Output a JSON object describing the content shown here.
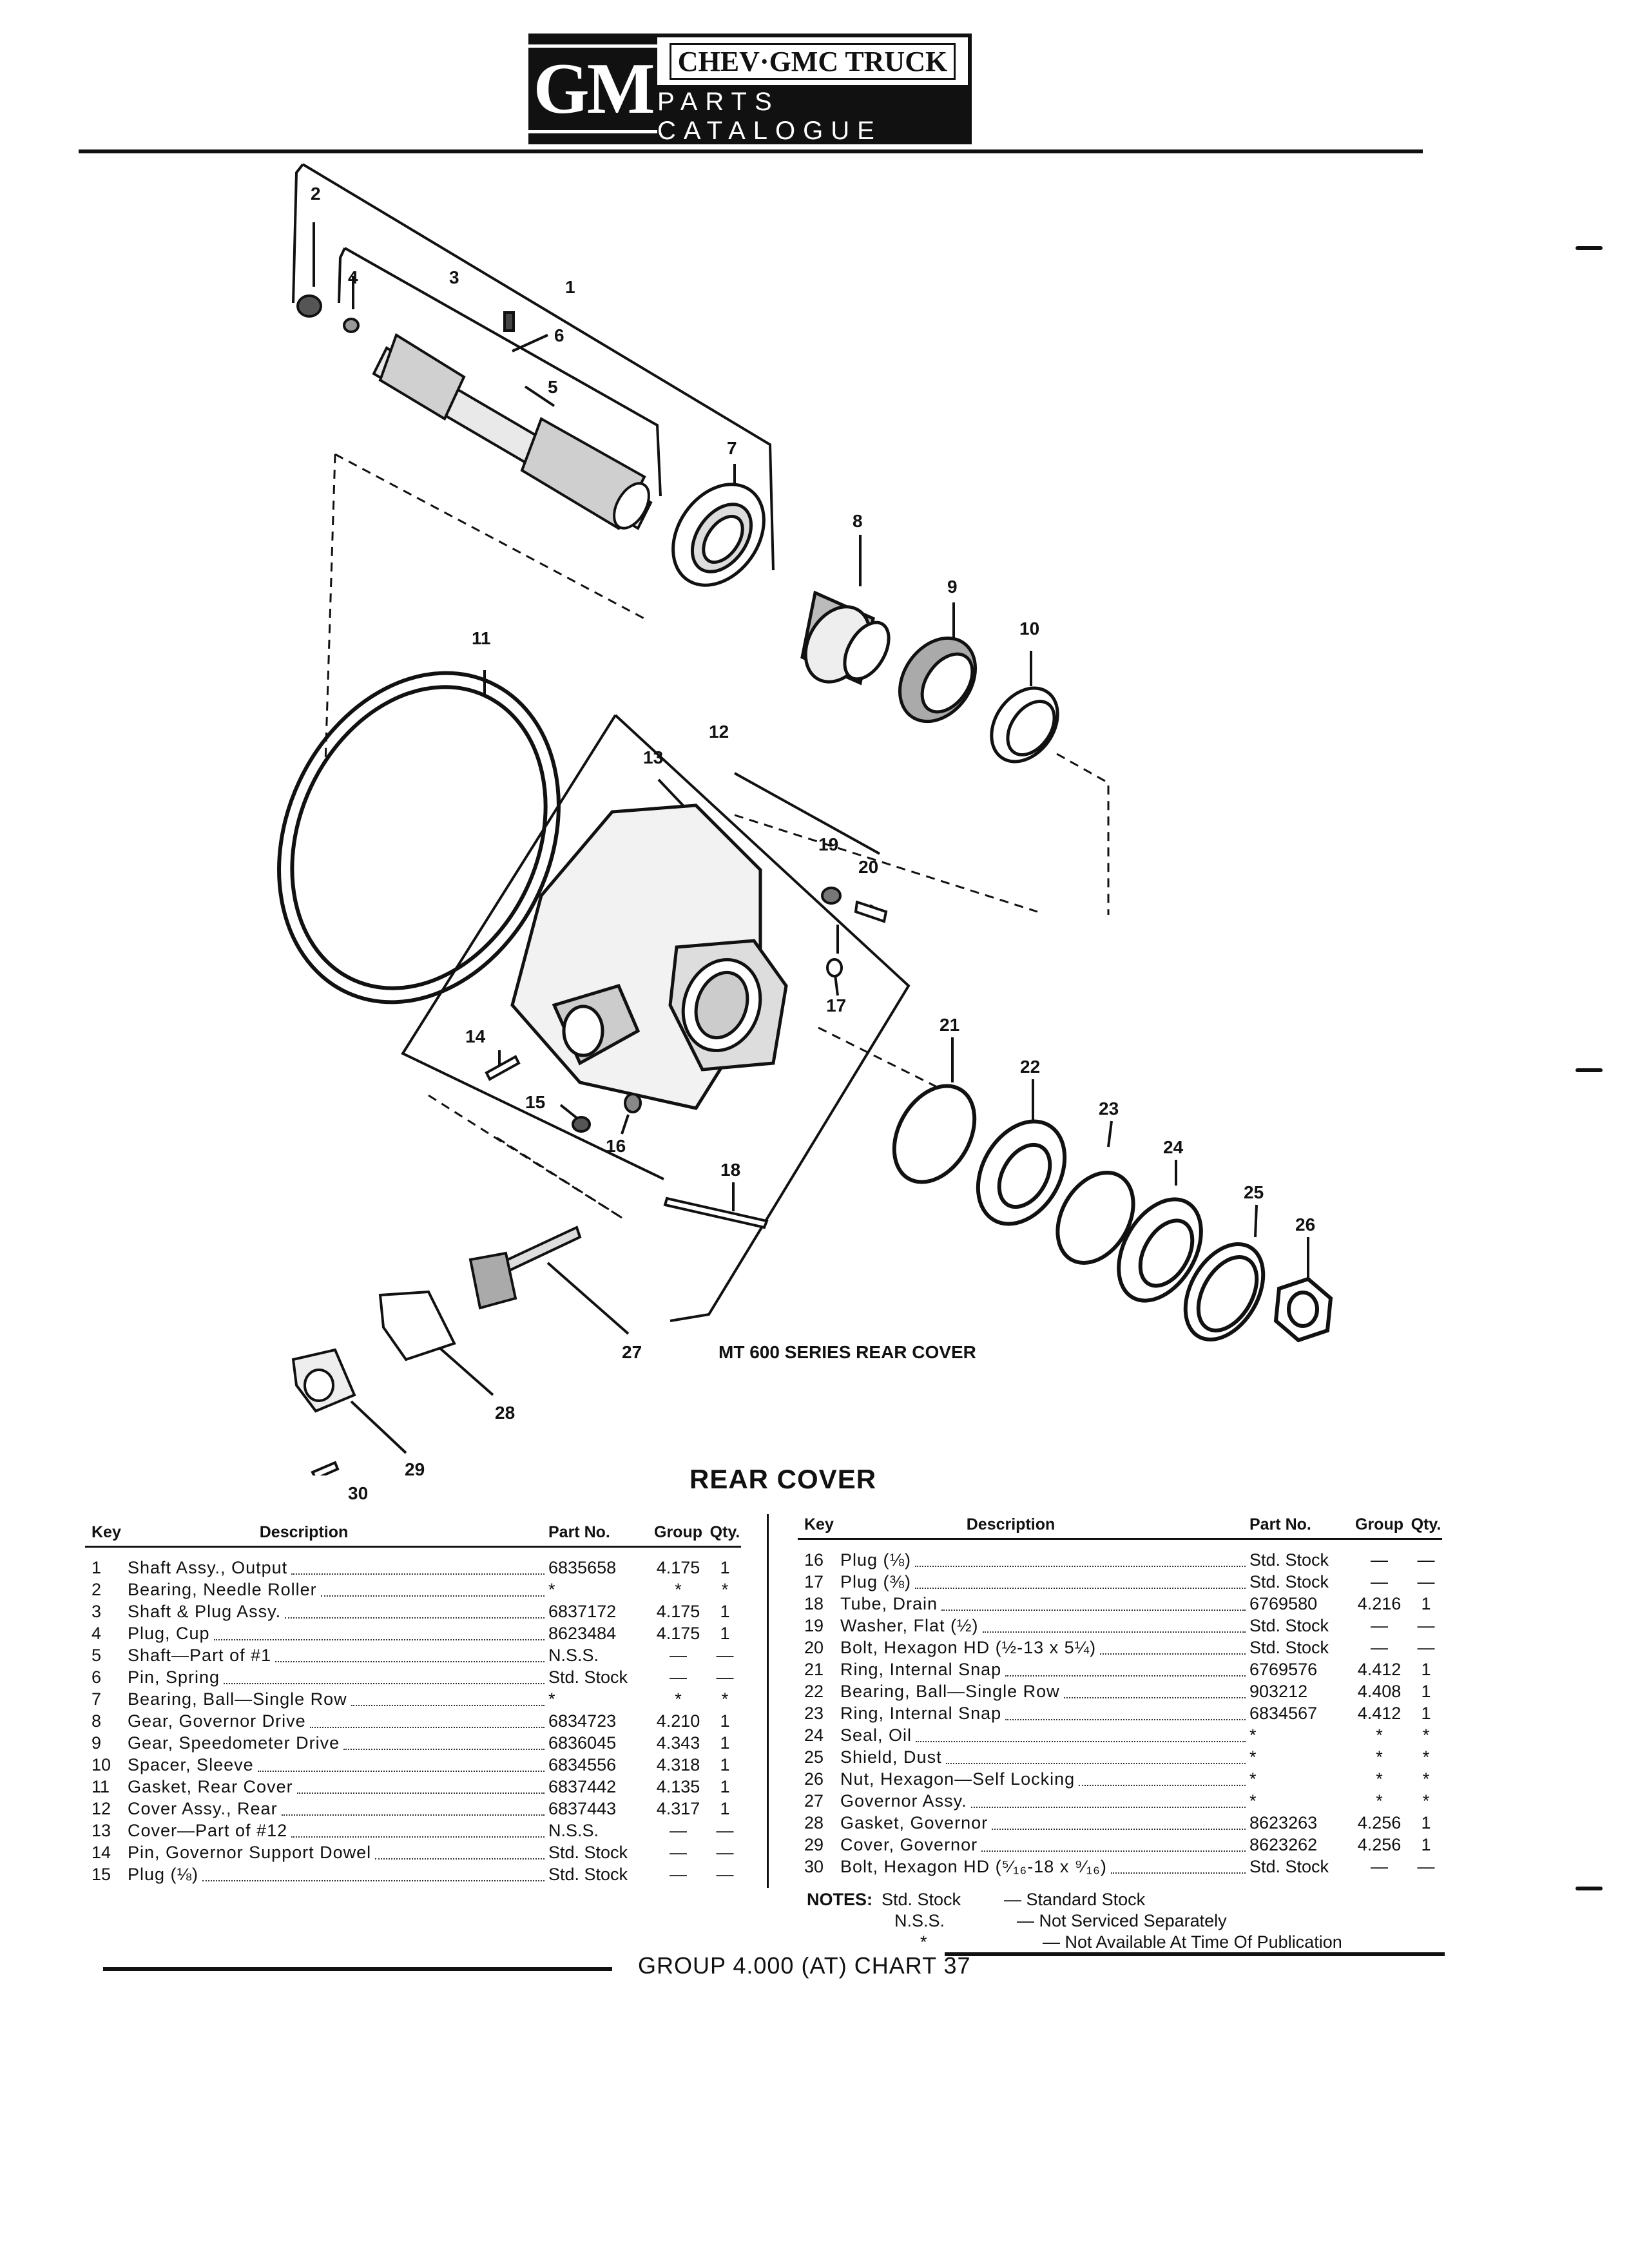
{
  "header": {
    "logo": "GM",
    "title": "CHEV·GMC TRUCK",
    "subtitle": "PARTS CATALOGUE"
  },
  "diagram": {
    "label": "MT 600 SERIES REAR COVER",
    "callouts": [
      "1",
      "2",
      "3",
      "4",
      "5",
      "6",
      "7",
      "8",
      "9",
      "10",
      "11",
      "12",
      "13",
      "14",
      "15",
      "16",
      "17",
      "18",
      "19",
      "20",
      "21",
      "22",
      "23",
      "24",
      "25",
      "26",
      "27",
      "28",
      "29",
      "30"
    ]
  },
  "section_title": "REAR COVER",
  "table_headers": {
    "key": "Key",
    "description": "Description",
    "part_no": "Part No.",
    "group": "Group",
    "qty": "Qty."
  },
  "parts_left": [
    {
      "key": "1",
      "desc": "Shaft Assy., Output",
      "part": "6835658",
      "group": "4.175",
      "qty": "1"
    },
    {
      "key": "2",
      "desc": "Bearing, Needle Roller",
      "part": "*",
      "group": "*",
      "qty": "*"
    },
    {
      "key": "3",
      "desc": "Shaft & Plug Assy.",
      "part": "6837172",
      "group": "4.175",
      "qty": "1"
    },
    {
      "key": "4",
      "desc": "Plug, Cup",
      "part": "8623484",
      "group": "4.175",
      "qty": "1"
    },
    {
      "key": "5",
      "desc": "Shaft—Part of #1",
      "part": "N.S.S.",
      "group": "—",
      "qty": "—"
    },
    {
      "key": "6",
      "desc": "Pin, Spring",
      "part": "Std. Stock",
      "group": "—",
      "qty": "—"
    },
    {
      "key": "7",
      "desc": "Bearing, Ball—Single Row",
      "part": "*",
      "group": "*",
      "qty": "*"
    },
    {
      "key": "8",
      "desc": "Gear, Governor Drive",
      "part": "6834723",
      "group": "4.210",
      "qty": "1"
    },
    {
      "key": "9",
      "desc": "Gear, Speedometer Drive",
      "part": "6836045",
      "group": "4.343",
      "qty": "1"
    },
    {
      "key": "10",
      "desc": "Spacer, Sleeve",
      "part": "6834556",
      "group": "4.318",
      "qty": "1"
    },
    {
      "key": "11",
      "desc": "Gasket, Rear Cover",
      "part": "6837442",
      "group": "4.135",
      "qty": "1"
    },
    {
      "key": "12",
      "desc": "Cover Assy., Rear",
      "part": "6837443",
      "group": "4.317",
      "qty": "1"
    },
    {
      "key": "13",
      "desc": "Cover—Part of #12",
      "part": "N.S.S.",
      "group": "—",
      "qty": "—"
    },
    {
      "key": "14",
      "desc": "Pin, Governor Support Dowel",
      "part": "Std. Stock",
      "group": "—",
      "qty": "—"
    },
    {
      "key": "15",
      "desc": "Plug (⅛)",
      "part": "Std. Stock",
      "group": "—",
      "qty": "—"
    }
  ],
  "parts_right": [
    {
      "key": "16",
      "desc": "Plug (⅛)",
      "part": "Std. Stock",
      "group": "—",
      "qty": "—"
    },
    {
      "key": "17",
      "desc": "Plug (⅜)",
      "part": "Std. Stock",
      "group": "—",
      "qty": "—"
    },
    {
      "key": "18",
      "desc": "Tube, Drain",
      "part": "6769580",
      "group": "4.216",
      "qty": "1"
    },
    {
      "key": "19",
      "desc": "Washer, Flat (½)",
      "part": "Std. Stock",
      "group": "—",
      "qty": "—"
    },
    {
      "key": "20",
      "desc": "Bolt, Hexagon HD (½-13 x 5¼)",
      "part": "Std. Stock",
      "group": "—",
      "qty": "—"
    },
    {
      "key": "21",
      "desc": "Ring, Internal Snap",
      "part": "6769576",
      "group": "4.412",
      "qty": "1"
    },
    {
      "key": "22",
      "desc": "Bearing, Ball—Single Row",
      "part": "903212",
      "group": "4.408",
      "qty": "1"
    },
    {
      "key": "23",
      "desc": "Ring, Internal Snap",
      "part": "6834567",
      "group": "4.412",
      "qty": "1"
    },
    {
      "key": "24",
      "desc": "Seal, Oil",
      "part": "*",
      "group": "*",
      "qty": "*"
    },
    {
      "key": "25",
      "desc": "Shield, Dust",
      "part": "*",
      "group": "*",
      "qty": "*"
    },
    {
      "key": "26",
      "desc": "Nut, Hexagon—Self Locking",
      "part": "*",
      "group": "*",
      "qty": "*"
    },
    {
      "key": "27",
      "desc": "Governor Assy.",
      "part": "*",
      "group": "*",
      "qty": "*"
    },
    {
      "key": "28",
      "desc": "Gasket, Governor",
      "part": "8623263",
      "group": "4.256",
      "qty": "1"
    },
    {
      "key": "29",
      "desc": "Cover, Governor",
      "part": "8623262",
      "group": "4.256",
      "qty": "1"
    },
    {
      "key": "30",
      "desc": "Bolt, Hexagon HD (⁵⁄₁₆-18 x ⁹⁄₁₆)",
      "part": "Std. Stock",
      "group": "—",
      "qty": "—"
    }
  ],
  "notes": {
    "label": "NOTES:",
    "items": [
      {
        "symbol": "Std. Stock",
        "text": "— Standard Stock"
      },
      {
        "symbol": "N.S.S.",
        "text": "— Not Serviced Separately"
      },
      {
        "symbol": "*",
        "text": "— Not Available At Time Of Publication"
      }
    ]
  },
  "footer": "GROUP 4.000 (AT) CHART 37"
}
